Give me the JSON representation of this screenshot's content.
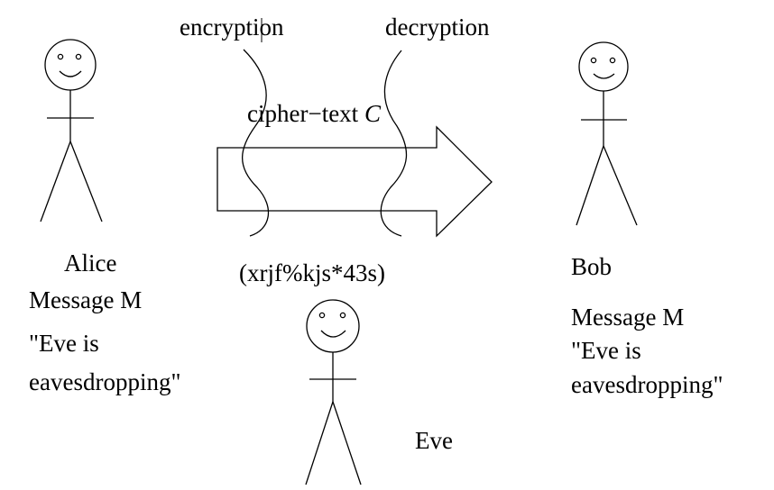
{
  "labels": {
    "encryption": "encryption",
    "decryption": "decryption",
    "ciphertext_prefix": "cipher−text ",
    "ciphertext_symbol": "C",
    "ciphertext_value": "(xrjf%kjs*43s)",
    "alice": {
      "name": "Alice",
      "message_label": "Message M",
      "message_line1": "\"Eve is",
      "message_line2": "eavesdropping\""
    },
    "bob": {
      "name": "Bob",
      "message_label": "Message M",
      "message_line1": "\"Eve is",
      "message_line2": "eavesdropping\""
    },
    "eve": {
      "name": "Eve"
    }
  },
  "colors": {
    "ink": "#000000",
    "background": "#ffffff"
  }
}
